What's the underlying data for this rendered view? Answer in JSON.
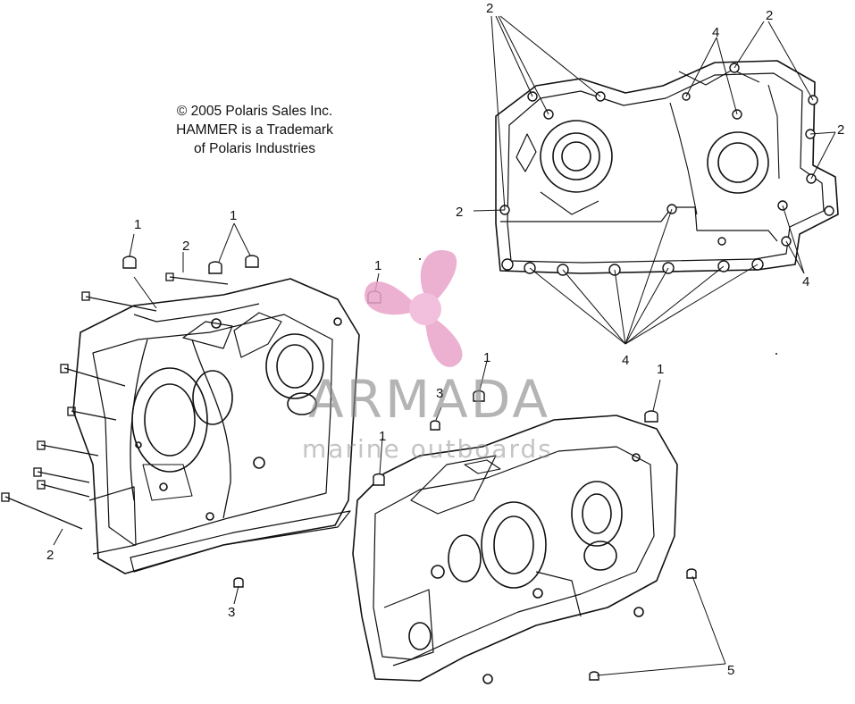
{
  "copyright": {
    "line1": "© 2005 Polaris Sales Inc.",
    "line2": "HAMMER is a Trademark",
    "line3": "of Polaris Industries"
  },
  "watermark": {
    "brand": "ARMADA",
    "tagline": "marine outboards",
    "brand_color": "#8a8a8a",
    "logo_color": "#e9a3c9",
    "logo_center_color": "#f0b4d6"
  },
  "callouts": {
    "c1_left": "1",
    "c1_top": "1",
    "c2_top": "2",
    "c1_mid": "1",
    "c1_center": "1",
    "c3_center": "3",
    "c1_center_left": "1",
    "c1_right": "1",
    "c2_left": "2",
    "c3_bottom": "3",
    "c5": "5",
    "c2_ur_top_left": "2",
    "c2_ur_top_right": "2",
    "c4_ur_top": "4",
    "c2_ur_right": "2",
    "c2_ur_left": "2",
    "c4_ur_right": "4",
    "c4_ur_bottom": "4"
  }
}
